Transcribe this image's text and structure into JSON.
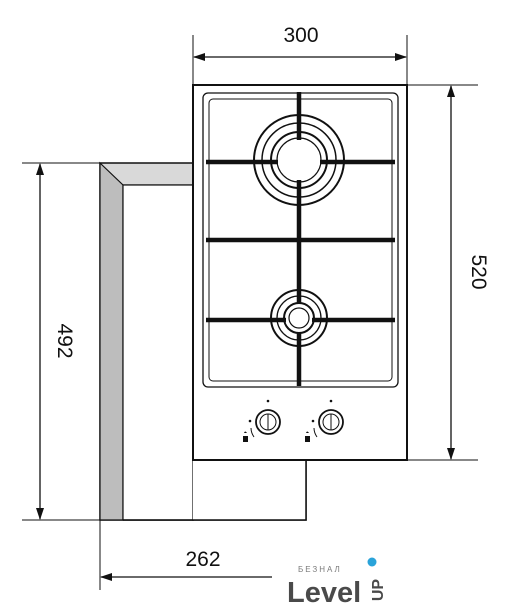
{
  "dimensions": {
    "width": "300",
    "depth": "520",
    "cutout_depth": "492",
    "cutout_width": "262"
  },
  "brand": {
    "caption": "БЕЗНАЛ",
    "name": "Level",
    "suffix": "UP"
  },
  "colors": {
    "line": "#111111",
    "cutout_fill": "#d9d9d9",
    "brand_accent": "#2aa3d9",
    "brand_text": "#4a4a4a"
  },
  "icons": [
    "flame-symbol-icon",
    "arrow-icon"
  ]
}
